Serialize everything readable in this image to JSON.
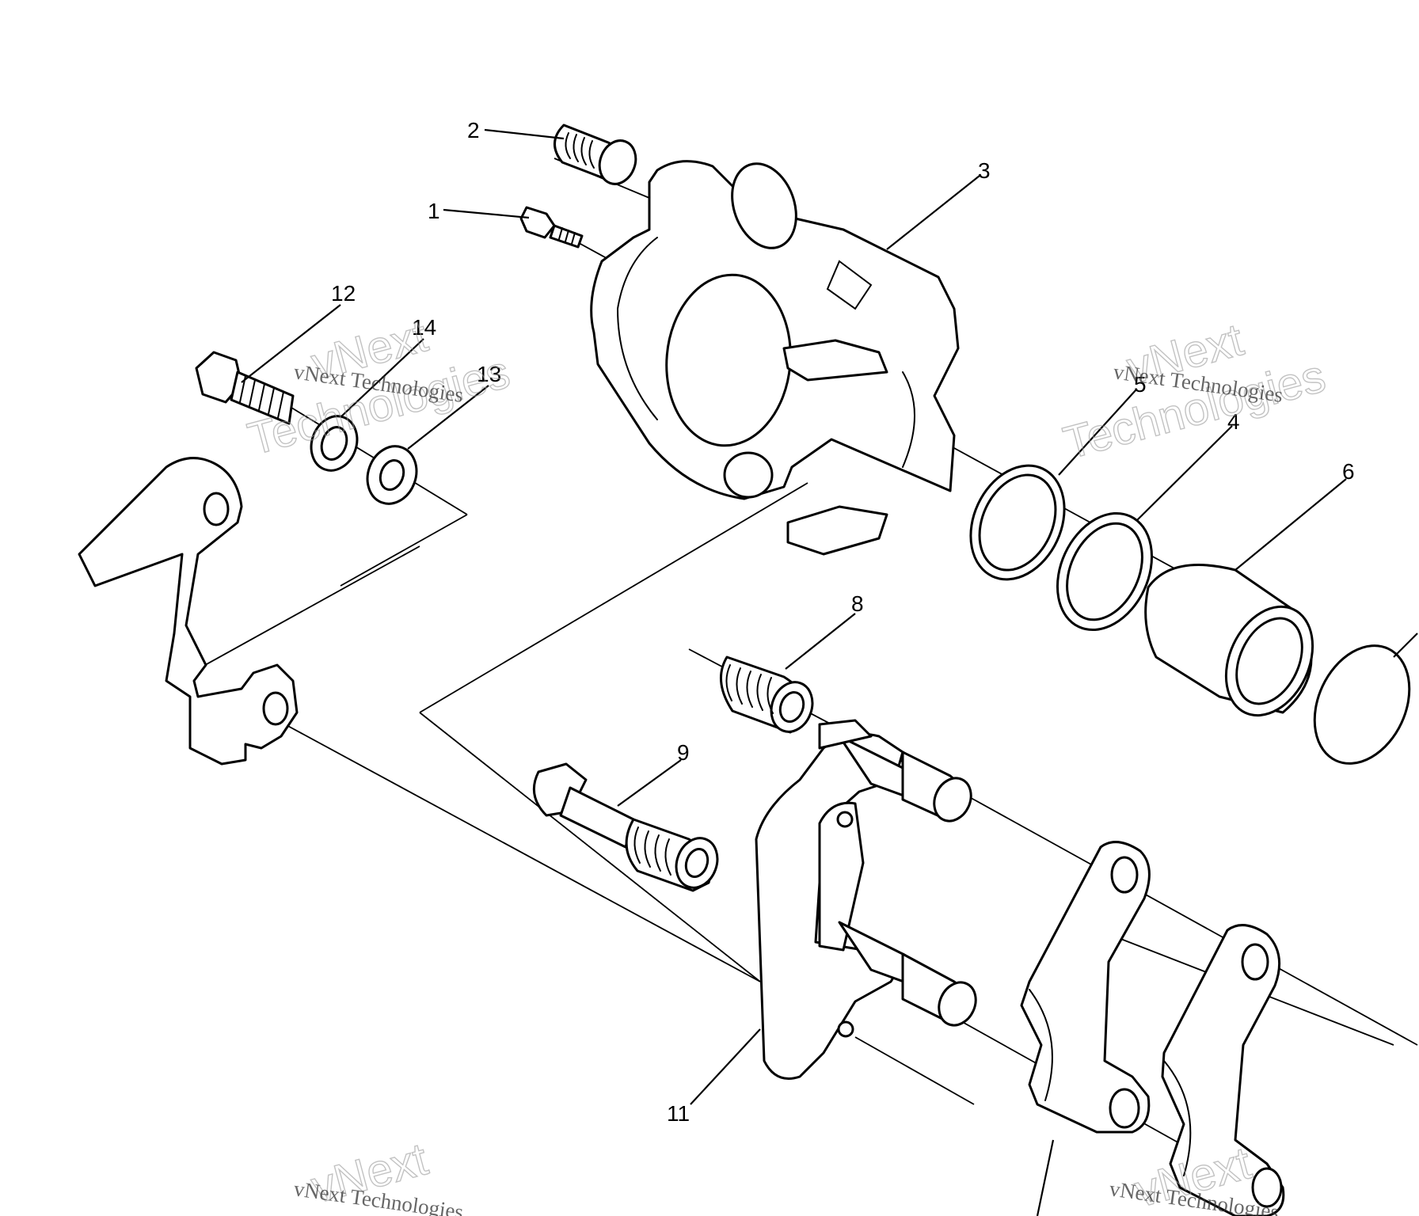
{
  "callouts": [
    {
      "id": "1",
      "text": "1"
    },
    {
      "id": "2",
      "text": "2"
    },
    {
      "id": "3",
      "text": "3"
    },
    {
      "id": "4",
      "text": "4"
    },
    {
      "id": "5",
      "text": "5"
    },
    {
      "id": "6",
      "text": "6"
    },
    {
      "id": "8",
      "text": "8"
    },
    {
      "id": "9",
      "text": "9"
    },
    {
      "id": "11",
      "text": "11"
    },
    {
      "id": "12",
      "text": "12"
    },
    {
      "id": "13",
      "text": "13"
    },
    {
      "id": "14",
      "text": "14"
    }
  ],
  "watermark": {
    "line_small": "vNext Technologies",
    "word_top": "vNext",
    "word_bottom": "Technologies"
  },
  "colors": {
    "ink": "#000000",
    "paper": "#ffffff",
    "watermark": "#9a9a9a"
  }
}
